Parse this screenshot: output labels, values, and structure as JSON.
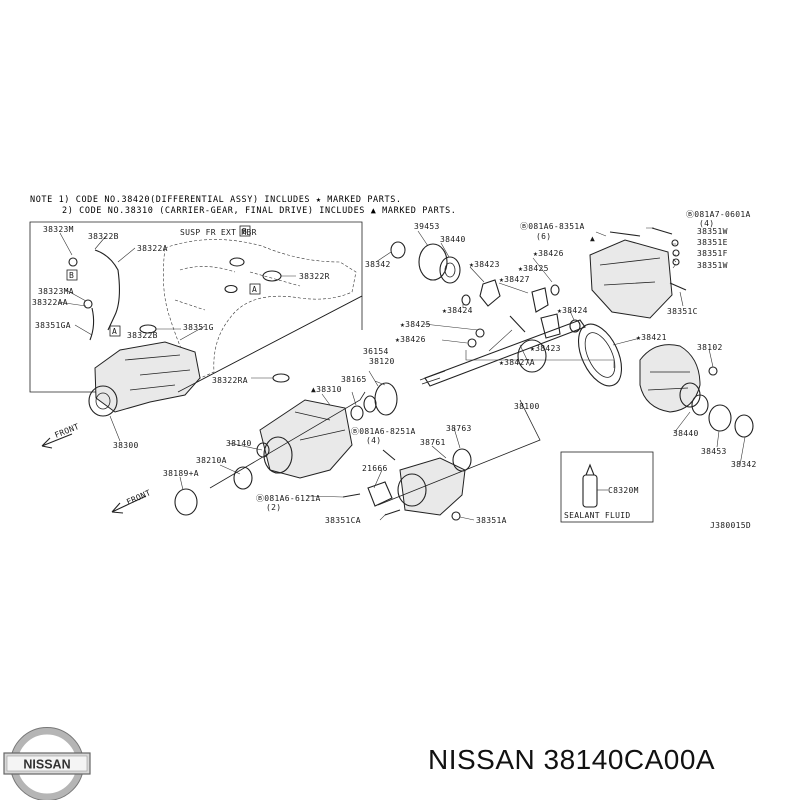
{
  "notes": {
    "line1": "NOTE 1) CODE NO.38420(DIFFERENTIAL ASSY) INCLUDES ★ MARKED PARTS.",
    "line2": "2) CODE NO.38310 (CARRIER-GEAR, FINAL DRIVE) INCLUDES ▲ MARKED PARTS."
  },
  "inset": {
    "title": "SUSP FR EXT MBR",
    "front": "FRONT",
    "labels": {
      "p38323M": "38323M",
      "p38322B": "38322B",
      "p38322A": "38322A",
      "p38323MA": "38323MA",
      "p38322AA": "38322AA",
      "p38351GA": "38351GA",
      "p38322R": "38322R",
      "p38322B_2": "38322B",
      "p38351G": "38351G",
      "p38322RA": "38322RA",
      "p38300": "38300",
      "marker_a": "A",
      "marker_b": "B"
    }
  },
  "main": {
    "front": "FRONT",
    "labels": {
      "p39453": "39453",
      "p38440": "38440",
      "p38342": "38342",
      "p38423": "★38423",
      "p38426": "★38426",
      "p38425": "★38425",
      "p38427": "★38427",
      "p38424": "★38424",
      "p38424b": "★38424",
      "p38425b": "★38425",
      "p38426b": "★38426",
      "p38423b": "★38423",
      "p38427A": "★38427A",
      "p38421": "★38421",
      "p38102": "38102",
      "p38440b": "38440",
      "p38453": "38453",
      "p38342b": "38342",
      "p38120": "38120",
      "p36154": "36154",
      "p38165": "38165",
      "p38310": "▲38310",
      "p38100": "38100",
      "p38140": "38140",
      "p38210A": "38210A",
      "p38189A": "38189+A",
      "p081A6_6121A": "Ⓑ081A6-6121A",
      "q2": "(2)",
      "p081A6_8251A": "Ⓑ081A6-8251A",
      "q4": "(4)",
      "p38763": "38763",
      "p38761": "38761",
      "p21666": "21666",
      "p38351CA": "38351CA",
      "p38351A": "38351A",
      "p081A6_8351A": "Ⓑ081A6-8351A",
      "q6": "(6)",
      "p081A7_0601A": "Ⓑ081A7-0601A",
      "q4b": "(4)",
      "p38351W": "38351W",
      "p38351E": "38351E",
      "p38351F": "38351F",
      "p38351W2": "38351W",
      "p38351C": "38351C",
      "p38351G_up": "▲",
      "p38320M": "C8320M",
      "sealant": "SEALANT FLUID",
      "ref": "J380015D"
    }
  },
  "brand": {
    "logo_text": "NISSAN",
    "part_caption": "NISSAN 38140CA00A"
  }
}
